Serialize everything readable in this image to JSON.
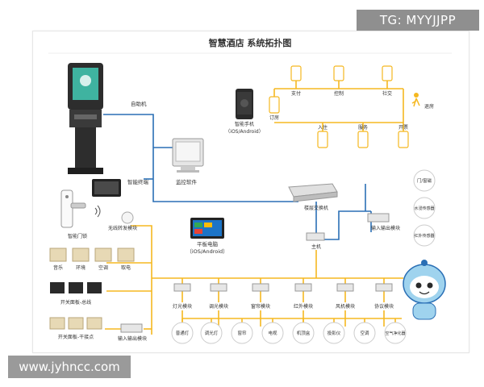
{
  "title": "智慧酒店 系统拓扑图",
  "watermarks": {
    "top": "TG: MYYJJPP",
    "bottom": "www.jyhncc.com"
  },
  "colors": {
    "accent": "#f5b820",
    "link": "#2a6fb5",
    "device_dark": "#333333"
  },
  "labels": {
    "kiosk": "自助机",
    "smart_terminal": "智能终端",
    "monitor_software": "监控软件",
    "floor_switch": "楼层交换机",
    "host": "主机",
    "io_module_top": "输入输出模块",
    "wireless_relay": "无线转发模块",
    "smart_lock": "智能门锁",
    "tablet_line1": "平板电脑",
    "tablet_line2": "（iOS/Android）",
    "phone_line1": "智能手机",
    "phone_line2": "（iOS/Android）",
    "io_module_bottom": "输入输出模块",
    "switch_panel_bus": "开关面板-总线",
    "switch_panel_dry": "开关面板-干接点"
  },
  "flow": {
    "order": "订房",
    "pay": "支付",
    "control": "控制",
    "social": "社交",
    "leave": "退房",
    "checkin": "入住",
    "service": "服务",
    "invoice": "开票"
  },
  "panel_labels": [
    "音乐",
    "环境",
    "空调",
    "取电"
  ],
  "sensors": [
    "门/窗磁",
    "水浸传感器",
    "红外传感器"
  ],
  "modules": [
    "灯光模块",
    "调光模块",
    "窗帘模块",
    "红外模块",
    "风机模块",
    "协议模块"
  ],
  "devices": [
    "普通灯",
    "调光灯",
    "窗帘",
    "电视",
    "机顶盒",
    "投影仪",
    "空调",
    "空气净化器"
  ],
  "icons": [
    "kiosk-icon",
    "monitor-icon",
    "switch-icon",
    "tablet-icon",
    "phone-icon",
    "lock-icon",
    "wifi-icon",
    "mascot-icon"
  ]
}
